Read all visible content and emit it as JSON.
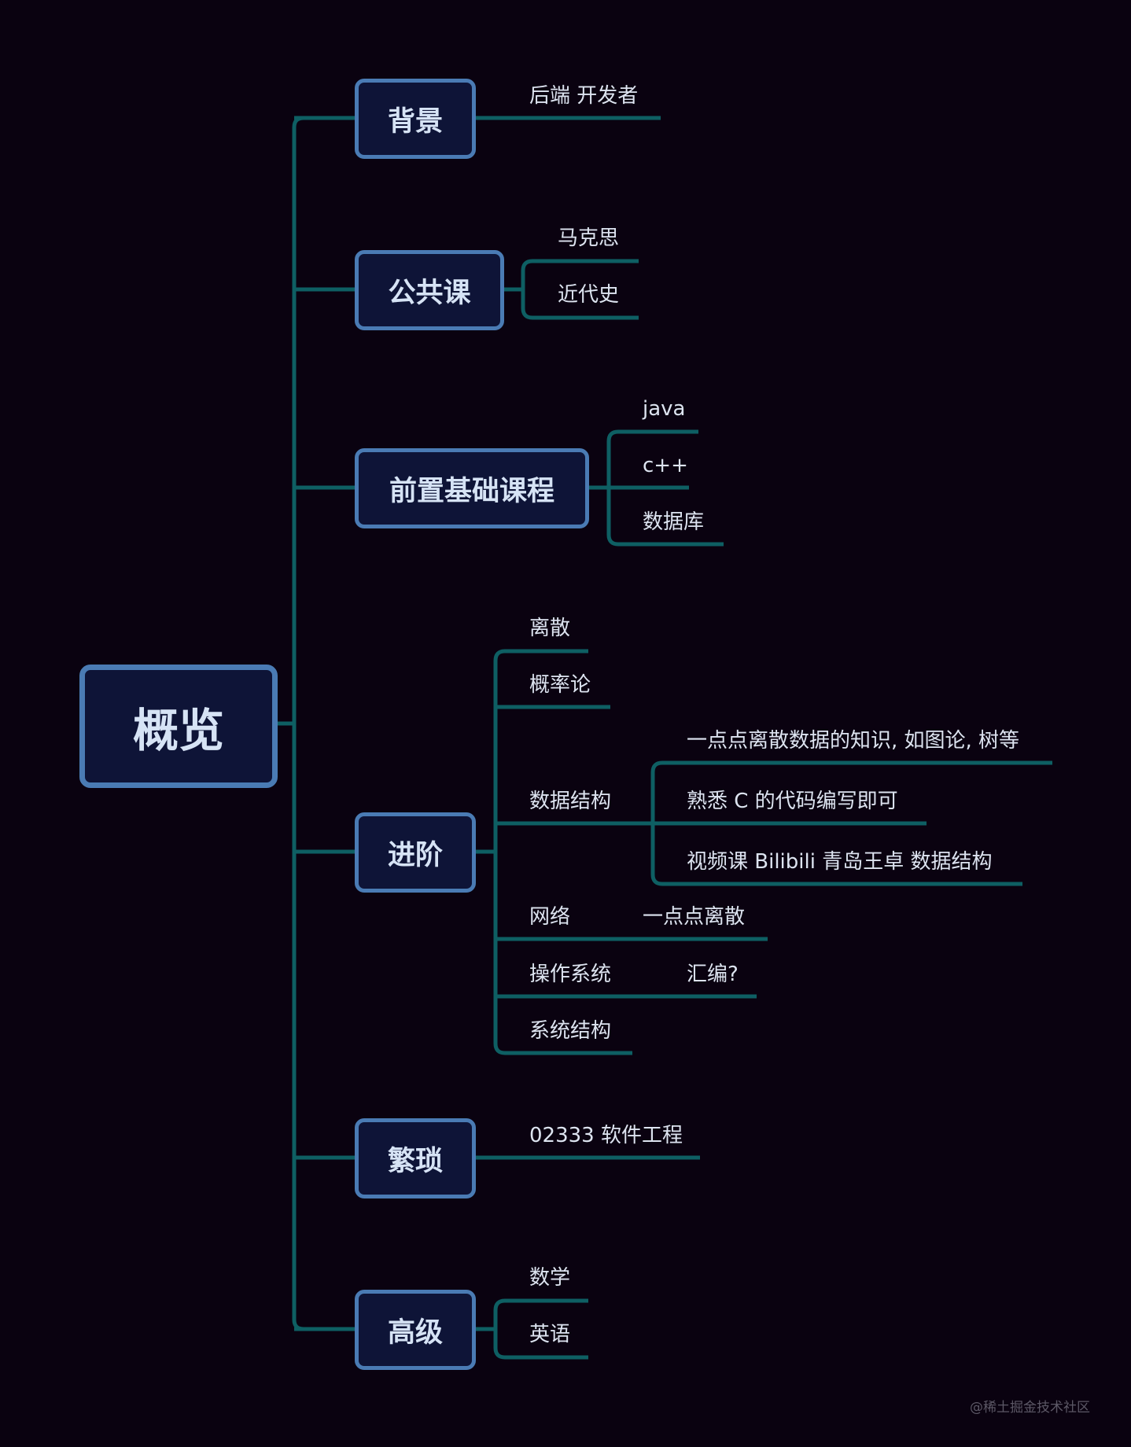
{
  "colors": {
    "background": "#0a0210",
    "connector": "#0e5f63",
    "node_fill": "#0e1437",
    "node_border": "#4a7bb4",
    "node_text": "#d6e3f5",
    "leaf_text": "#dde4f0",
    "watermark": "#5c5866"
  },
  "root": {
    "label": "概览"
  },
  "branches": {
    "background": {
      "label": "背景",
      "children": [
        "后端 开发者"
      ]
    },
    "public_courses": {
      "label": "公共课",
      "children": [
        "马克思",
        "近代史"
      ]
    },
    "prereq": {
      "label": "前置基础课程",
      "children": [
        "java",
        "c++",
        "数据库"
      ]
    },
    "advanced": {
      "label": "进阶",
      "children": {
        "discrete": "离散",
        "probability": "概率论",
        "data_structures": {
          "label": "数据结构",
          "children": [
            "一点点离散数据的知识, 如图论, 树等",
            "熟悉 C 的代码编写即可",
            "视频课 Bilibili 青岛王卓 数据结构"
          ]
        },
        "network": {
          "label": "网络",
          "children": [
            "一点点离散"
          ]
        },
        "os": {
          "label": "操作系统",
          "children": [
            "汇编?"
          ]
        },
        "architecture": "系统结构"
      }
    },
    "misc": {
      "label": "繁琐",
      "children": [
        "02333 软件工程"
      ]
    },
    "senior": {
      "label": "高级",
      "children": [
        "数学",
        "英语"
      ]
    }
  },
  "watermark": "@稀土掘金技术社区"
}
